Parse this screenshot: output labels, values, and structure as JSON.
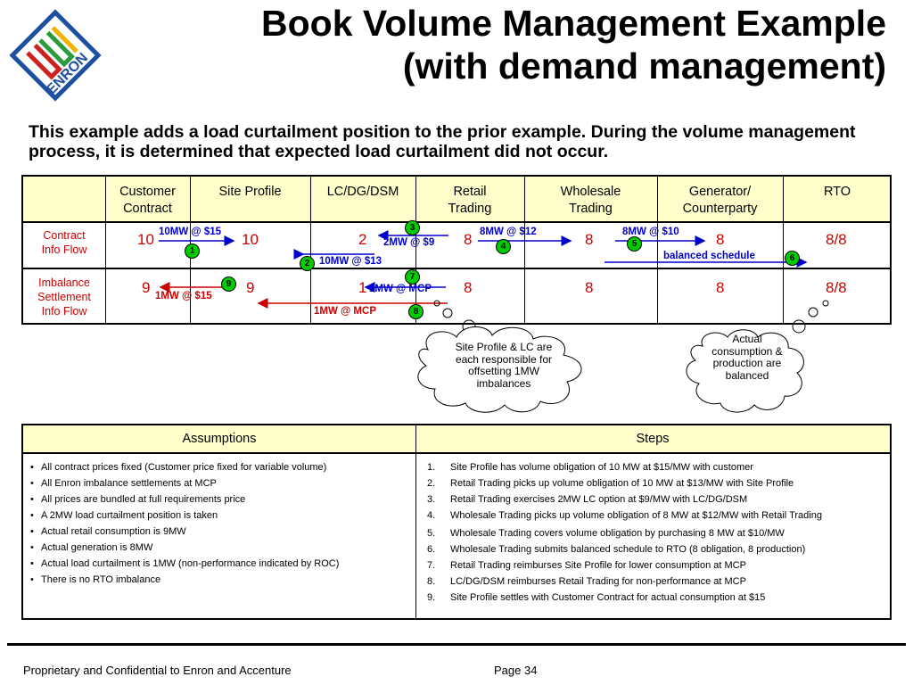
{
  "header": {
    "logo_text": "ENRON",
    "title_line1": "Book Volume Management Example",
    "title_line2": "(with demand management)"
  },
  "intro": "This example adds a load curtailment position to the prior example. During the volume management process, it is determined that expected load curtailment did not occur.",
  "flow_table": {
    "columns": [
      {
        "line1": "Customer",
        "line2": "Contract"
      },
      {
        "line1": "Site Profile",
        "line2": ""
      },
      {
        "line1": "LC/DG/DSM",
        "line2": ""
      },
      {
        "line1": "Retail",
        "line2": "Trading"
      },
      {
        "line1": "Wholesale",
        "line2": "Trading"
      },
      {
        "line1": "Generator/",
        "line2": "Counterparty"
      },
      {
        "line1": "RTO",
        "line2": ""
      }
    ],
    "rows": [
      {
        "label_line1": "Contract",
        "label_line2": "Info Flow",
        "label_line3": "",
        "values": [
          "10",
          "10",
          "2",
          "8",
          "8",
          "8",
          "8/8"
        ]
      },
      {
        "label_line1": "Imbalance",
        "label_line2": "Settlement",
        "label_line3": "Info Flow",
        "values": [
          "9",
          "9",
          "1",
          "8",
          "8",
          "8",
          "8/8"
        ]
      }
    ],
    "flows": [
      {
        "step": "1",
        "label": "10MW @ $15"
      },
      {
        "step": "2",
        "label": "10MW @ $13"
      },
      {
        "step": "3",
        "label": "2MW @ $9"
      },
      {
        "step": "4",
        "label": "8MW @ $12"
      },
      {
        "step": "5",
        "label": "8MW @ $10"
      },
      {
        "step": "6",
        "label": "balanced schedule"
      },
      {
        "step": "7",
        "label": "1MW @ MCP"
      },
      {
        "step": "8",
        "label": "1MW @ MCP"
      },
      {
        "step": "9",
        "label": "1MW @ $15"
      }
    ],
    "callouts": [
      "Site Profile & LC are each responsible for offsetting 1MW imbalances",
      "Actual consumption & production are balanced"
    ]
  },
  "assumptions": {
    "header": "Assumptions",
    "items": [
      "All contract prices fixed (Customer price fixed for variable volume)",
      "All Enron imbalance settlements at MCP",
      "All prices are bundled at full requirements price",
      "A 2MW load curtailment position is taken",
      "Actual retail consumption is 9MW",
      "Actual generation is 8MW",
      "Actual load curtailment is 1MW (non-performance indicated by ROC)",
      "There is no RTO imbalance"
    ]
  },
  "steps": {
    "header": "Steps",
    "items": [
      {
        "n": "1.",
        "text": "Site Profile has volume obligation of 10 MW at $15/MW with customer"
      },
      {
        "n": "2.",
        "text": "Retail Trading picks up volume obligation of 10 MW at $13/MW with Site Profile"
      },
      {
        "n": "3.",
        "text": "Retail Trading exercises 2MW LC option at $9/MW with LC/DG/DSM"
      },
      {
        "n": "4.",
        "text": "Wholesale Trading picks up volume obligation of 8 MW at $12/MW with Retail Trading"
      },
      {
        "n": "5.",
        "text": "Wholesale Trading covers volume obligation by purchasing 8 MW at $10/MW"
      },
      {
        "n": "6.",
        "text": "Wholesale Trading submits balanced schedule to RTO (8 obligation, 8 production)"
      },
      {
        "n": "7.",
        "text": "Retail Trading reimburses Site Profile for lower consumption at MCP"
      },
      {
        "n": "8.",
        "text": "LC/DG/DSM reimburses Retail Trading for non-performance at MCP"
      },
      {
        "n": "9.",
        "text": "Site Profile settles with Customer Contract for actual consumption at $15"
      }
    ]
  },
  "footer": {
    "left": "Proprietary and Confidential to Enron and Accenture",
    "right": "Page 34"
  },
  "colors": {
    "header_fill": "#ffffcc",
    "value_red": "#cc0000",
    "flow_blue": "#0000cc",
    "badge_green": "#00cc00",
    "logo_blue": "#1f4fa0",
    "logo_red": "#cc2222",
    "logo_green": "#2a9a3a"
  }
}
